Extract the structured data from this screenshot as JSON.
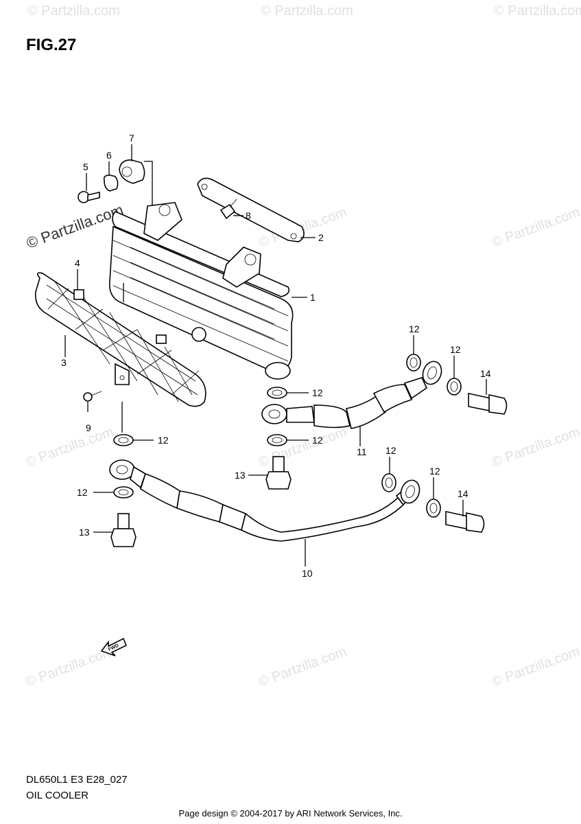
{
  "figure": {
    "title": "FIG.27"
  },
  "diagram_code": "DL650L1 E3 E28_027",
  "diagram_name": "OIL COOLER",
  "footer": "Page design © 2004-2017 by ARI Network Services, Inc.",
  "watermark": "© Partzilla.com",
  "fwd_label": "FWD",
  "callouts": [
    "1",
    "2",
    "3",
    "4",
    "5",
    "6",
    "7",
    "8",
    "9",
    "10",
    "11",
    "12",
    "12",
    "12",
    "12",
    "12",
    "12",
    "12",
    "12",
    "13",
    "13",
    "14",
    "14"
  ]
}
